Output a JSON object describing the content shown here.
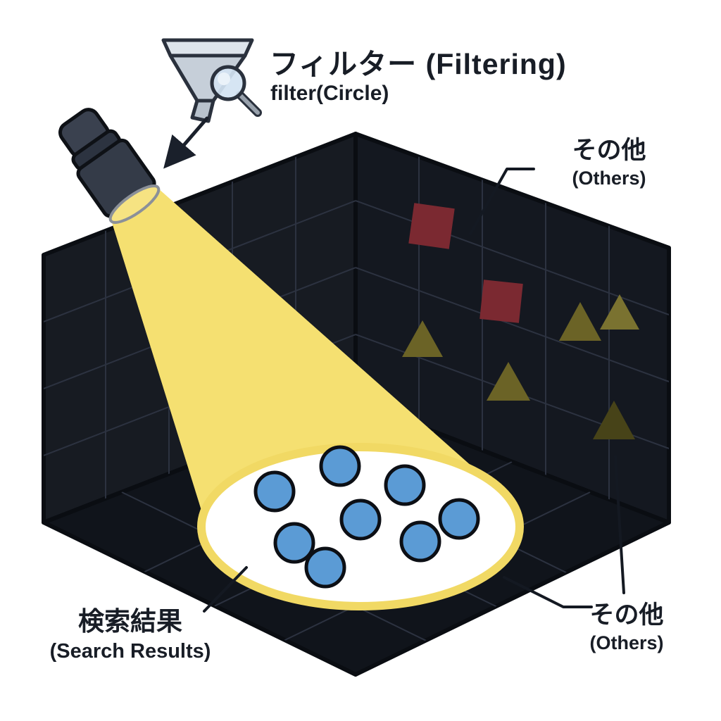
{
  "title": {
    "main": "フィルター (Filtering)",
    "sub": "filter(Circle)"
  },
  "labels": {
    "others_top": {
      "jp": "その他",
      "en": "(Others)"
    },
    "results": {
      "jp": "検索結果",
      "en": "(Search Results)"
    },
    "others_bottom": {
      "jp": "その他",
      "en": "(Others)"
    }
  },
  "icons": {
    "funnel": "funnel-filter-icon",
    "magnifier": "magnifier-icon",
    "flashlight": "flashlight-icon"
  },
  "colors": {
    "background": "#ffffff",
    "wall_left": "#171b22",
    "wall_right": "#141820",
    "floor": "#10141b",
    "grid": "#2c3240",
    "edge": "#0a0d12",
    "beam": "#f5e071",
    "light_pool": "#ffffff",
    "light_rim": "#f1d964",
    "result_circle": "#5b9bd5",
    "shape_outline": "#0c0f15",
    "noise_square": "#7b2931",
    "noise_triangle": "#6b6326",
    "noise_triangle_light": "#7a7230",
    "noise_triangle_dark": "#474318",
    "flashlight_body": "#3a414f",
    "flashlight_head": "#343b48",
    "flashlight_ring": "#2c3340",
    "funnel_fill": "#c6cfd9",
    "ink": "#161b23"
  },
  "counts": {
    "result_circles": 8,
    "noise_squares": 2,
    "noise_triangles": 5
  }
}
